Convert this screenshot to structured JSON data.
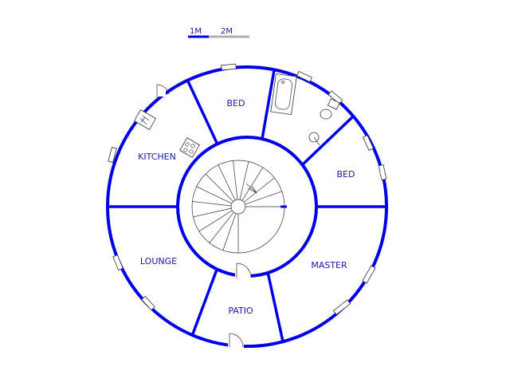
{
  "scale_bar": {
    "label_1": "1M",
    "label_2": "2M"
  },
  "rooms": {
    "bed_north": "BED",
    "bed_east": "BED",
    "kitchen": "KITCHEN",
    "lounge": "LOUNGE",
    "master": "MASTER",
    "patio": "PATIO"
  },
  "colors": {
    "walls": "#0000e6",
    "labels": "#1a1aa8",
    "fixtures": "#333333",
    "scale_secondary": "#b0b0b0"
  }
}
